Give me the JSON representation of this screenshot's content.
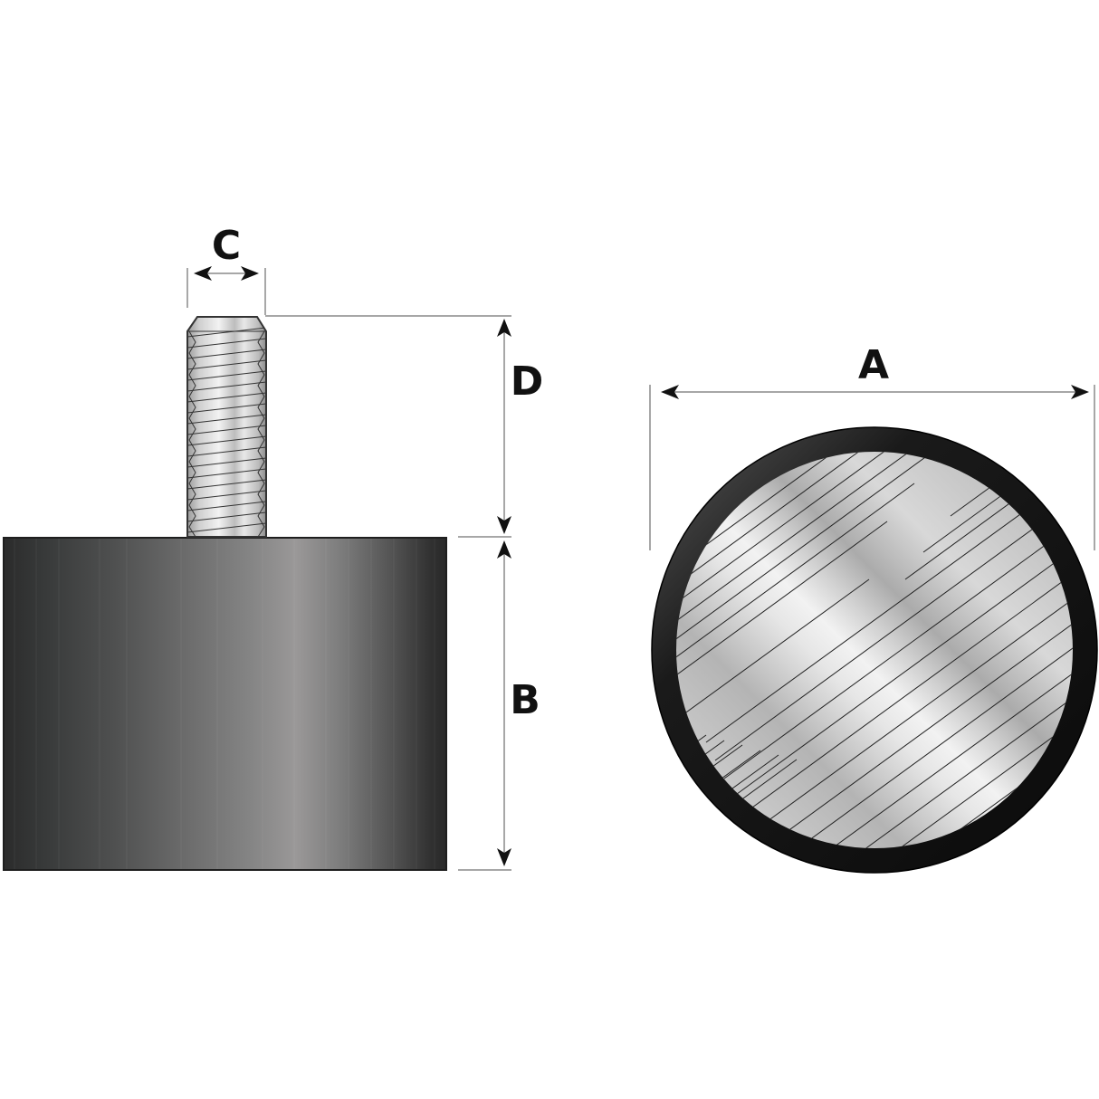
{
  "diagram": {
    "title": "Anti-vibration mount dimensions",
    "views": {
      "side": {
        "name": "side-view",
        "body": "rubber-cylinder",
        "stud": "threaded-stud"
      },
      "front": {
        "name": "front-view",
        "body": "rubber-ring",
        "face": "metal-plate"
      }
    },
    "dimensions": {
      "A": {
        "label": "A",
        "meaning": "outer diameter"
      },
      "B": {
        "label": "B",
        "meaning": "body height"
      },
      "C": {
        "label": "C",
        "meaning": "stud diameter"
      },
      "D": {
        "label": "D",
        "meaning": "stud length"
      }
    },
    "colors": {
      "rubber_dark": "#2a2a2a",
      "rubber_light": "#9a9898",
      "metal_light": "#ececec",
      "metal_mid": "#b8b8b8",
      "dimension_line": "#8a8a8a",
      "arrow": "#111111",
      "ring": "#0e0e0e"
    }
  }
}
